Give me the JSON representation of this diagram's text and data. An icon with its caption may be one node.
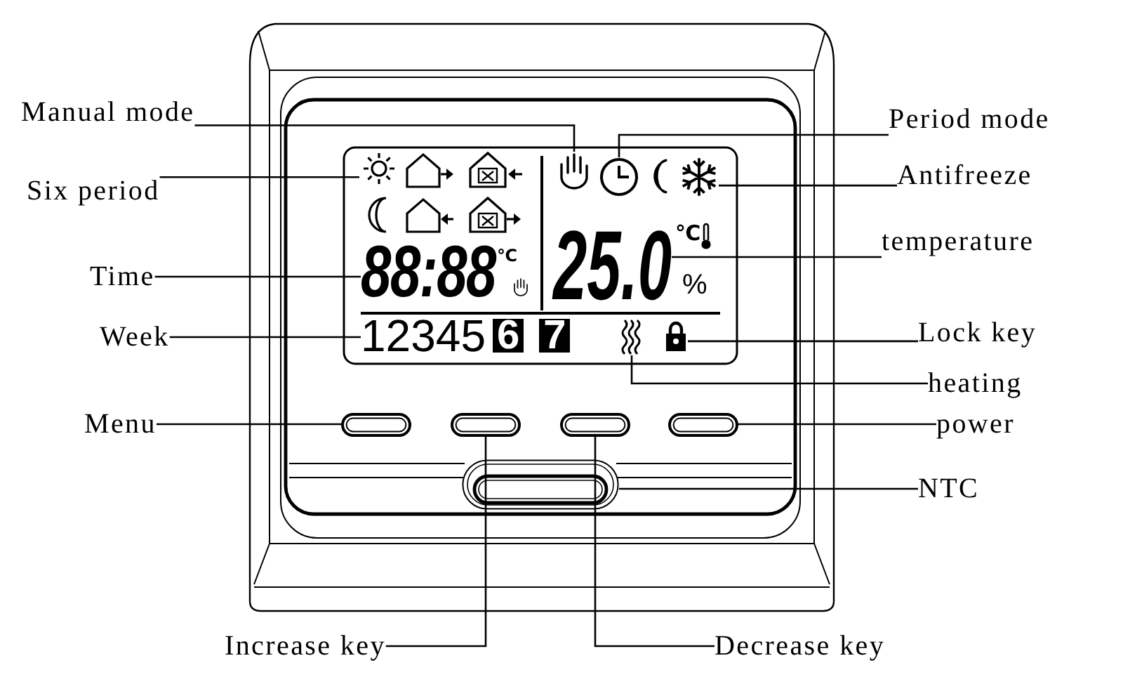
{
  "diagram": {
    "nodes": [
      {
        "text": [
          "Manual mode"
        ]
      },
      {
        "text": [
          "Six period"
        ]
      },
      {
        "text": [
          "Time"
        ]
      },
      {
        "text": [
          "Week"
        ]
      },
      {
        "text": [
          "Menu"
        ]
      },
      {
        "text": [
          "Period mode"
        ]
      },
      {
        "text": [
          "Antifreeze"
        ]
      },
      {
        "text": [
          "temperature"
        ]
      },
      {
        "text": [
          "Lock key"
        ]
      },
      {
        "text": [
          "heating"
        ]
      },
      {
        "text": [
          "power"
        ]
      },
      {
        "text": [
          "NTC"
        ]
      },
      {
        "text": [
          "Increase key"
        ]
      },
      {
        "text": [
          "Decrease key"
        ]
      },
      {
        "text": [],
        "shape": "picture"
      },
      {
        "text": [
          "88:88"
        ],
        "beside": [
          "℃"
        ]
      },
      {
        "text": [
          "12345",
          "6",
          "7"
        ]
      },
      {
        "text": [],
        "shape": "box"
      },
      {
        "text": [],
        "shape": "picture"
      },
      {
        "text": [],
        "shape": "picture"
      },
      {
        "text": [],
        "shape": "picture"
      },
      {
        "text": [
          "25.0"
        ],
        "beside": [
          "℃",
          "%"
        ]
      },
      {
        "text": [],
        "shape": "picture"
      },
      {
        "text": [],
        "shape": "picture"
      },
      {
        "text": [],
        "shape": "box"
      },
      {
        "text": [],
        "shape": "box"
      },
      {
        "text": [],
        "shape": "box"
      },
      {
        "text": [],
        "shape": "box"
      }
    ],
    "edges": [
      {
        "from": 0,
        "to": 18,
        "arrow": "none"
      },
      {
        "from": 1,
        "to": 14,
        "arrow": "none"
      },
      {
        "from": 2,
        "to": 15,
        "arrow": "none"
      },
      {
        "from": 3,
        "to": 16,
        "arrow": "none"
      },
      {
        "from": 4,
        "to": 17,
        "arrow": "none"
      },
      {
        "from": 5,
        "to": 19,
        "arrow": "none"
      },
      {
        "from": 6,
        "to": 20,
        "arrow": "none"
      },
      {
        "from": 7,
        "to": 21,
        "arrow": "none"
      },
      {
        "from": 8,
        "to": 22,
        "arrow": "none"
      },
      {
        "from": 9,
        "to": 23,
        "arrow": "none"
      },
      {
        "from": 10,
        "to": 24,
        "arrow": "none"
      },
      {
        "from": 11,
        "to": 25,
        "arrow": "none"
      },
      {
        "from": 12,
        "to": 26,
        "arrow": "none"
      },
      {
        "from": 13,
        "to": 27,
        "arrow": "none"
      }
    ]
  }
}
